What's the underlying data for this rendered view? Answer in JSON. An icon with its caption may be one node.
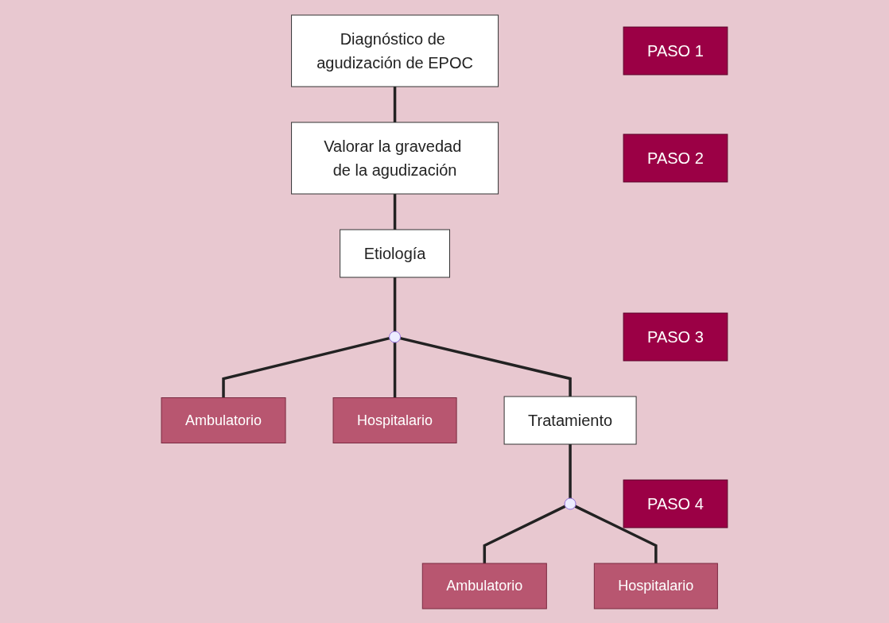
{
  "diagram": {
    "nodes": [
      {
        "text": [
          "PASO 1"
        ]
      },
      {
        "text": [
          "Diagnóstico de agudización de EPOC"
        ]
      },
      {
        "text": [
          "PASO 2"
        ]
      },
      {
        "text": [
          "Valorar la gravedad de la agudización"
        ]
      },
      {
        "text": [
          "PASO 3"
        ]
      },
      {
        "text": [
          "Etiología"
        ]
      },
      {
        "text": [],
        "shape": "circle"
      },
      {
        "text": [
          "Ambulatorio"
        ]
      },
      {
        "text": [
          "Hospitalario"
        ]
      },
      {
        "text": [
          "PASO 4"
        ]
      },
      {
        "text": [
          "Tratamiento"
        ]
      },
      {
        "text": [],
        "shape": "circle"
      },
      {
        "text": [
          "Ambulatorio"
        ]
      },
      {
        "text": [
          "Hospitalario"
        ]
      }
    ],
    "edges": [
      {
        "from": 1,
        "to": 3,
        "arrow": "none"
      },
      {
        "from": 3,
        "to": 5,
        "arrow": "none"
      },
      {
        "from": 5,
        "to": 6,
        "arrow": "none"
      },
      {
        "from": 6,
        "to": 7,
        "arrow": "none"
      },
      {
        "from": 6,
        "to": 8,
        "arrow": "none"
      },
      {
        "from": 6,
        "to": 10,
        "arrow": "none"
      },
      {
        "from": 10,
        "to": 11,
        "arrow": "none"
      },
      {
        "from": 11,
        "to": 12,
        "arrow": "none"
      },
      {
        "from": 11,
        "to": 13,
        "arrow": "none"
      }
    ]
  }
}
